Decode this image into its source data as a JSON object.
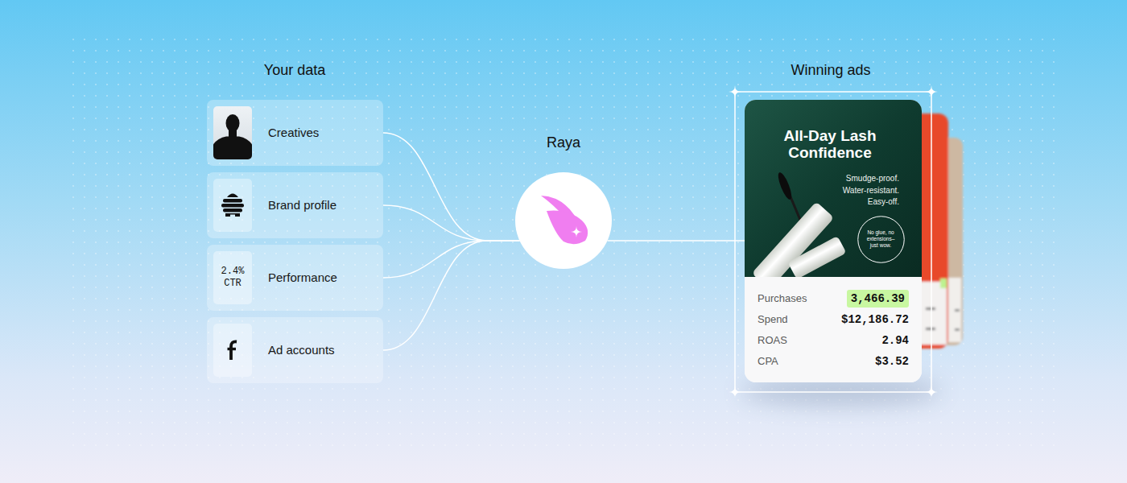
{
  "diagram": {
    "nodes": [
      {
        "text": [
          "Creatives"
        ]
      },
      {
        "text": [
          "Brand profile"
        ]
      },
      {
        "text": [
          "Performance"
        ]
      },
      {
        "text": [
          "2.4% CTR"
        ],
        "in": 2
      },
      {
        "text": [
          "Ad accounts"
        ]
      },
      {
        "text": [
          "Raya"
        ]
      },
      {
        "text": [
          "All-Day Lash Confidence",
          "Smudge-proof. Water-resistant. Easy-off.",
          "Purchases",
          "3,466.39",
          "Spend",
          "$12,186.72",
          "ROAS",
          "2.94",
          "CPA",
          "$3.52"
        ]
      },
      {
        "text": [
          "No glue, no extensions–just wow."
        ],
        "in": 6
      }
    ],
    "edges": [
      {
        "from": 0,
        "to": 5,
        "arrow": "none"
      },
      {
        "from": 1,
        "to": 5,
        "arrow": "none"
      },
      {
        "from": 2,
        "to": 5,
        "arrow": "none"
      },
      {
        "from": 4,
        "to": 5,
        "arrow": "none"
      },
      {
        "from": 5,
        "to": 6,
        "arrow": "none"
      }
    ],
    "labels": [
      "Your data",
      "Winning ads"
    ]
  }
}
